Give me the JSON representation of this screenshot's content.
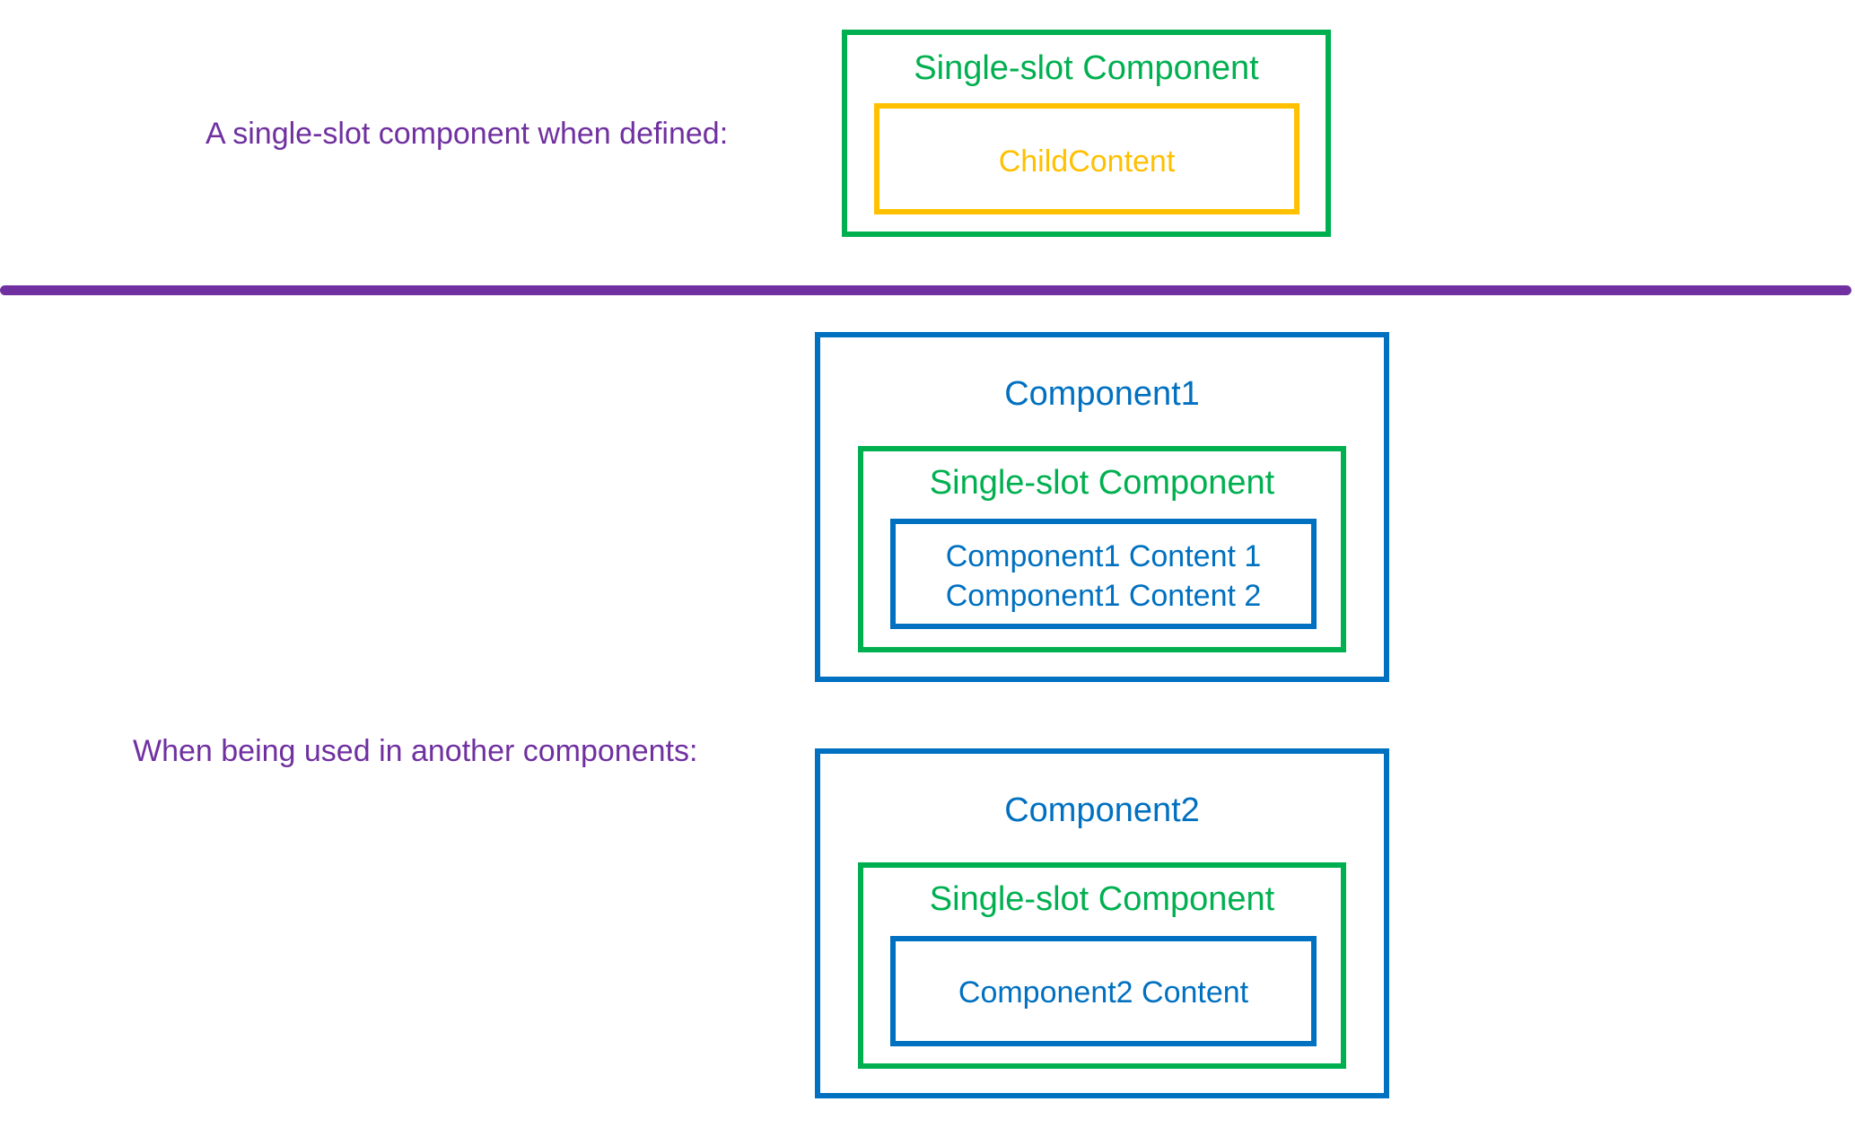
{
  "captions": {
    "defined": "A single-slot component when defined:",
    "used": "When being used in another components:"
  },
  "definition": {
    "slot_component_title": "Single-slot Component",
    "child_content": "ChildContent"
  },
  "component1": {
    "title": "Component1",
    "slot_component_title": "Single-slot Component",
    "content_lines": [
      "Component1 Content 1",
      "Component1 Content 2"
    ]
  },
  "component2": {
    "title": "Component2",
    "slot_component_title": "Single-slot Component",
    "content": "Component2 Content"
  },
  "colors": {
    "caption": "#7030a0",
    "divider": "#7030a0",
    "slot_component": "#00b050",
    "child_content": "#ffc000",
    "component": "#0070c0"
  }
}
